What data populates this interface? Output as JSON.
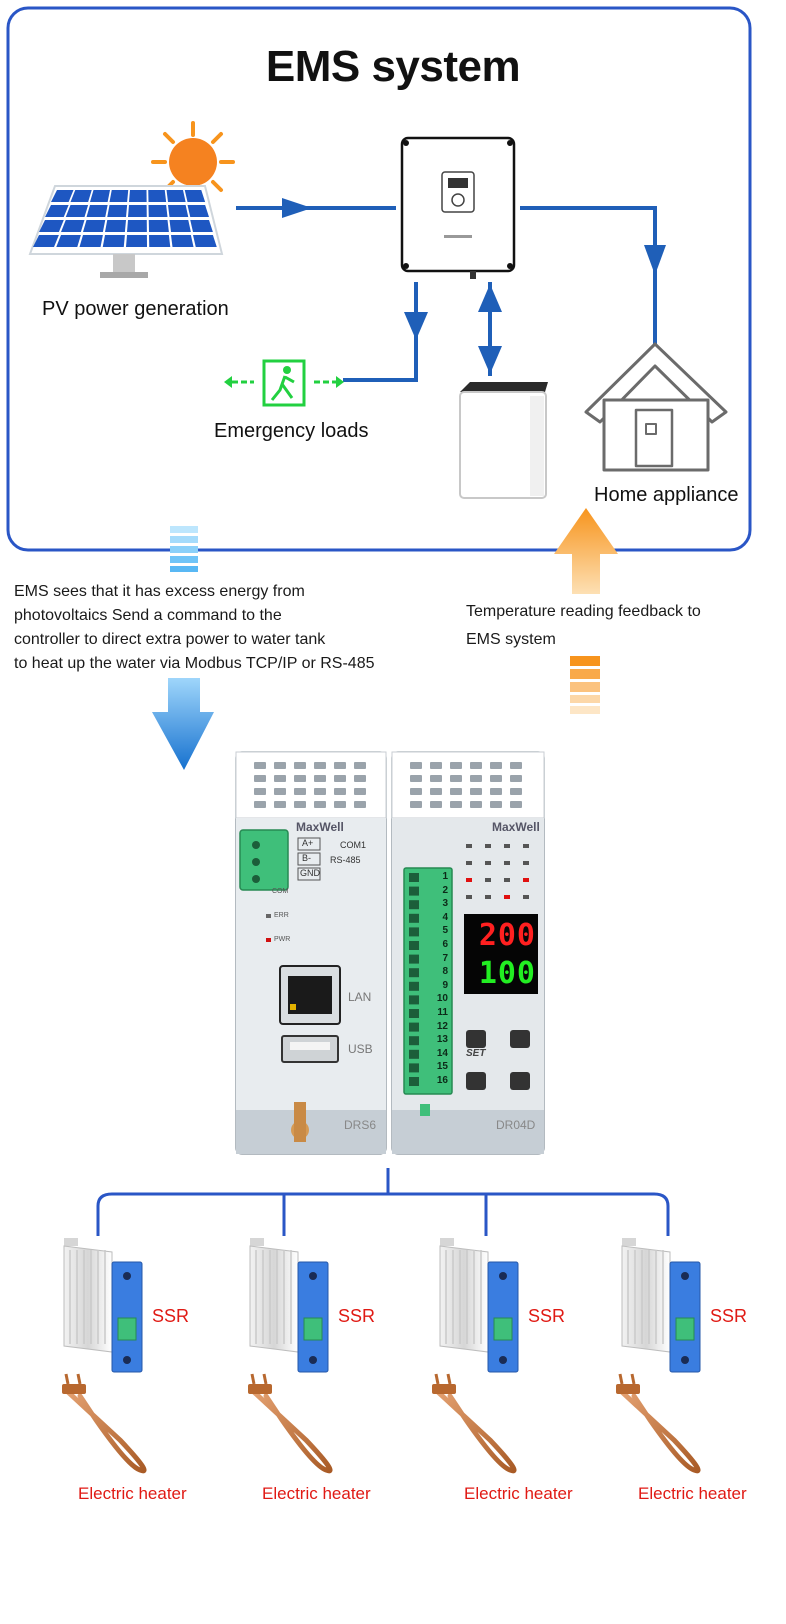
{
  "title": "EMS system",
  "labels": {
    "pv": "PV power generation",
    "emergency": "Emergency loads",
    "home": "Home appliance"
  },
  "notes": {
    "ems_command": [
      "EMS sees that it has excess energy from",
      "photovoltaics Send a command to the",
      "controller to direct extra power to water tank",
      "to heat up the water via Modbus TCP/IP or RS-485"
    ],
    "feedback": [
      "Temperature reading feedback to",
      "EMS system"
    ]
  },
  "gateway": {
    "brand": "MaxWell",
    "model": "DRS6",
    "port_labels": [
      "A+",
      "B-",
      "GND"
    ],
    "com_label": "COM1",
    "bus_label": "RS-485",
    "leds": [
      "COM",
      "ERR",
      "PWR"
    ],
    "lan": "LAN",
    "usb": "USB"
  },
  "controller": {
    "brand": "MaxWell",
    "model": "DR04D",
    "terminals": [
      "1",
      "2",
      "3",
      "4",
      "5",
      "6",
      "7",
      "8",
      "9",
      "10",
      "11",
      "12",
      "13",
      "14",
      "15",
      "16"
    ],
    "display_pv": "200",
    "display_sv": "100",
    "set_label": "SET"
  },
  "ssr_units": [
    {
      "label": "SSR",
      "heater": "Electric heater"
    },
    {
      "label": "SSR",
      "heater": "Electric heater"
    },
    {
      "label": "SSR",
      "heater": "Electric heater"
    },
    {
      "label": "SSR",
      "heater": "Electric heater"
    }
  ],
  "colors": {
    "frame": "#2a56c6",
    "flow_line": "#1f5fb8",
    "down_arrow": "#1e8fe0",
    "up_arrow": "#f7941d",
    "exit_green": "#22d040",
    "ssr_blue": "#3a7de0",
    "heater_copper": "#c97a3e",
    "label_red": "#e01a14",
    "display_red": "#ff2020",
    "display_green": "#22ee22"
  }
}
